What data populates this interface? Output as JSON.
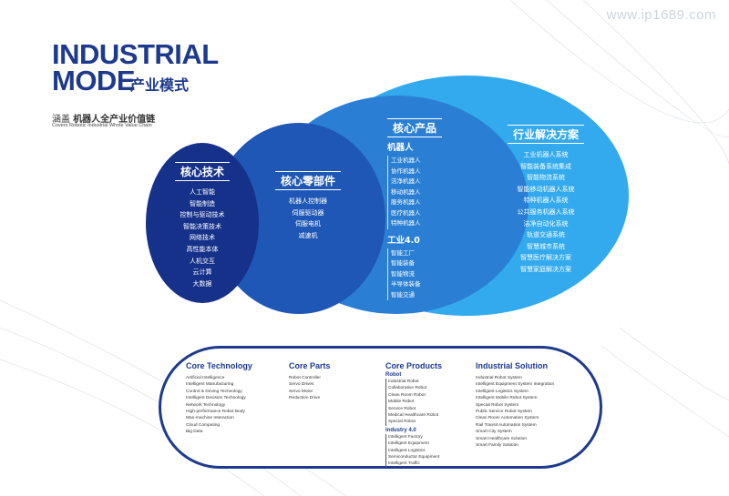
{
  "watermark": "www.ip1689.com",
  "title": {
    "line1": "INDUSTRIAL",
    "line2": "MODE",
    "line2_cn": "产业模式",
    "subtitle_cn_prefix": "涵盖",
    "subtitle_cn_main": "机器人全产业价值链",
    "subtitle_en": "Covers Robotic Industrial Whole Value Chain"
  },
  "colors": {
    "navy": "#1d3a8e",
    "c1": "#16318a",
    "c2": "#1f57b6",
    "c3": "#2a7fd4",
    "c4": "#33aaee"
  },
  "core_tech": {
    "head": "核心技术",
    "items": [
      "人工智能",
      "智能制造",
      "控制与驱动技术",
      "智能决策技术",
      "网络技术",
      "高性能本体",
      "人机交互",
      "云计算",
      "大数据"
    ]
  },
  "core_parts": {
    "head": "核心零部件",
    "items": [
      "机器人控制器",
      "伺服驱动器",
      "伺服电机",
      "减速机"
    ]
  },
  "core_products": {
    "head": "核心产品",
    "robot_head": "机器人",
    "robot_items": [
      "工业机器人",
      "协作机器人",
      "洁净机器人",
      "移动机器人",
      "服务机器人",
      "医疗机器人",
      "特种机器人"
    ],
    "industry_head": "工业4.0",
    "industry_items": [
      "智能工厂",
      "智能装备",
      "智能物流",
      "半导体装备",
      "智能交通"
    ]
  },
  "solutions": {
    "head": "行业解决方案",
    "items": [
      "工业机器人系统",
      "智能装备系统集成",
      "智能物流系统",
      "智能移动机器人系统",
      "特种机器人系统",
      "公共服务机器人系统",
      "洁净自动化系统",
      "轨道交通系统",
      "智慧城市系统",
      "智慧医疗解决方案",
      "智慧家庭解决方案"
    ]
  },
  "english": {
    "core_tech": {
      "head": "Core Technology",
      "items": [
        "Artificial Intelligence",
        "Intelligent Manufacturing",
        "Control & Driving Technology",
        "Intelligent Decision Technology",
        "Network Technology",
        "High-performance Robot Body",
        "Man-machine Interaction",
        "Cloud Computing",
        "Big Data"
      ]
    },
    "core_parts": {
      "head": "Core Parts",
      "items": [
        "Robot Controller",
        "Servo Drives",
        "Servo Motor",
        "Reduction Drive"
      ]
    },
    "core_products": {
      "head": "Core Products",
      "robot_head": "Robot",
      "robot_items": [
        "Industrial Robot",
        "Collaborative Robot",
        "Clean Room Robot",
        "Mobile Robot",
        "Service Robot",
        "Medical Healthcare Robot",
        "Special Robot"
      ],
      "industry_head": "Industry 4.0",
      "industry_items": [
        "Intelligent Factory",
        "Intelligent Equipment",
        "Intelligent Logistics",
        "Semiconductor Equipment",
        "Intelligent Traffic"
      ]
    },
    "solutions": {
      "head": "Industrial Solution",
      "items": [
        "Industrial Robot System",
        "Intelligent Equipment System Integration",
        "Intelligent Logistics System",
        "Intelligent Mobile Robot System",
        "Special Robot System",
        "Public Service Robot System",
        "Clean Room Automation System",
        "Rail Transit Automation System",
        "Smart City System",
        "Smart Healthcare Solution",
        "Smart Family Solution"
      ]
    }
  }
}
